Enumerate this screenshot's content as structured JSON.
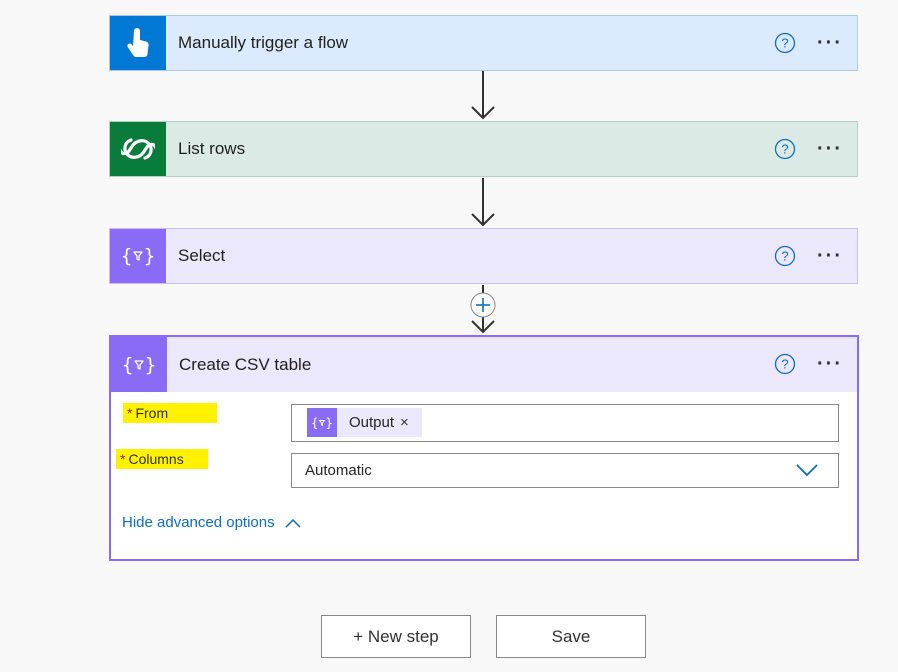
{
  "steps": [
    {
      "title": "Manually trigger a flow",
      "icon": "touch-icon",
      "icon_bg": "#0078d4",
      "card_bg": "#dbeafc"
    },
    {
      "title": "List rows",
      "icon": "dataverse-icon",
      "icon_bg": "#097c3c",
      "card_bg": "#dbeae4"
    },
    {
      "title": "Select",
      "icon": "data-operation-icon",
      "icon_bg": "#8a6bf5",
      "card_bg": "#ece8fc"
    }
  ],
  "expanded_step": {
    "title": "Create CSV table",
    "icon": "data-operation-icon",
    "fields": {
      "from": {
        "required_marker": "*",
        "label": "From",
        "token_label": "Output",
        "token_remove": "×"
      },
      "columns": {
        "required_marker": "*",
        "label": "Columns",
        "value": "Automatic"
      }
    },
    "advanced_toggle": "Hide advanced options"
  },
  "footer": {
    "new_step_label": "+ New step",
    "save_label": "Save"
  },
  "colors": {
    "accent": "#8a6bf5",
    "link": "#0f6cbd",
    "highlight": "#fff200"
  }
}
